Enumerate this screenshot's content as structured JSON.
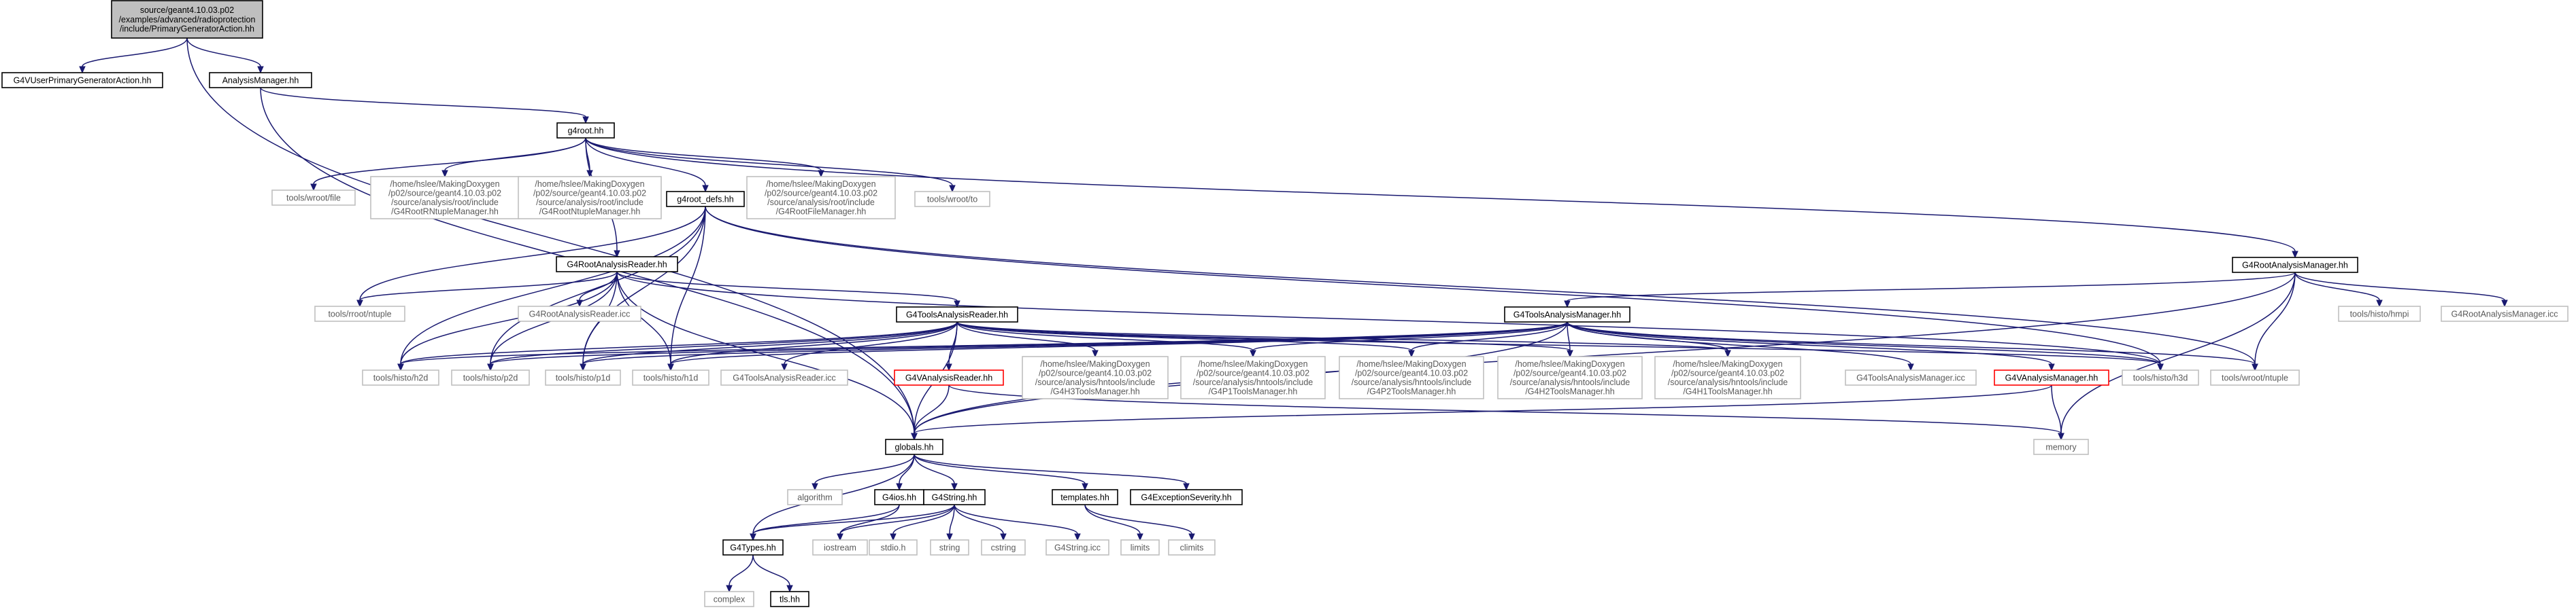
{
  "graph": {
    "nodes": [
      {
        "id": "root",
        "lines": [
          "source/geant4.10.03.p02",
          "/examples/advanced/radioprotection",
          "/include/PrimaryGeneratorAction.hh"
        ],
        "style": "root"
      },
      {
        "id": "g4vuser",
        "lines": [
          "G4VUserPrimaryGeneratorAction.hh"
        ],
        "style": "black"
      },
      {
        "id": "analysismanager",
        "lines": [
          "AnalysisManager.hh"
        ],
        "style": "black"
      },
      {
        "id": "g4root",
        "lines": [
          "g4root.hh"
        ],
        "style": "black"
      },
      {
        "id": "wroot_file",
        "lines": [
          "tools/wroot/file"
        ],
        "style": "gray"
      },
      {
        "id": "g4rootrntuple",
        "lines": [
          "/home/hslee/MakingDoxygen",
          "/p02/source/geant4.10.03.p02",
          "/source/analysis/root/include",
          "/G4RootRNtupleManager.hh"
        ],
        "style": "gray"
      },
      {
        "id": "g4rootntuple",
        "lines": [
          "/home/hslee/MakingDoxygen",
          "/p02/source/geant4.10.03.p02",
          "/source/analysis/root/include",
          "/G4RootNtupleManager.hh"
        ],
        "style": "gray"
      },
      {
        "id": "g4root_defs",
        "lines": [
          "g4root_defs.hh"
        ],
        "style": "black"
      },
      {
        "id": "g4rootfile",
        "lines": [
          "/home/hslee/MakingDoxygen",
          "/p02/source/geant4.10.03.p02",
          "/source/analysis/root/include",
          "/G4RootFileManager.hh"
        ],
        "style": "gray"
      },
      {
        "id": "wroot_to",
        "lines": [
          "tools/wroot/to"
        ],
        "style": "gray"
      },
      {
        "id": "g4rootanalysisreader",
        "lines": [
          "G4RootAnalysisReader.hh"
        ],
        "style": "black"
      },
      {
        "id": "g4rootanalysismanager",
        "lines": [
          "G4RootAnalysisManager.hh"
        ],
        "style": "black"
      },
      {
        "id": "rroot_ntuple",
        "lines": [
          "tools/rroot/ntuple"
        ],
        "style": "gray"
      },
      {
        "id": "g4rootanalysisreader_icc",
        "lines": [
          "G4RootAnalysisReader.icc"
        ],
        "style": "gray"
      },
      {
        "id": "g4toolsanalysisreader",
        "lines": [
          "G4ToolsAnalysisReader.hh"
        ],
        "style": "black"
      },
      {
        "id": "g4toolsanalysismanager",
        "lines": [
          "G4ToolsAnalysisManager.hh"
        ],
        "style": "black"
      },
      {
        "id": "histo_hmpi",
        "lines": [
          "tools/histo/hmpi"
        ],
        "style": "gray"
      },
      {
        "id": "g4rootanalysismanager_icc",
        "lines": [
          "G4RootAnalysisManager.icc"
        ],
        "style": "gray"
      },
      {
        "id": "h2d",
        "lines": [
          "tools/histo/h2d"
        ],
        "style": "gray"
      },
      {
        "id": "p2d",
        "lines": [
          "tools/histo/p2d"
        ],
        "style": "gray"
      },
      {
        "id": "p1d",
        "lines": [
          "tools/histo/p1d"
        ],
        "style": "gray"
      },
      {
        "id": "h1d",
        "lines": [
          "tools/histo/h1d"
        ],
        "style": "gray"
      },
      {
        "id": "g4toolsanalysisreader_icc",
        "lines": [
          "G4ToolsAnalysisReader.icc"
        ],
        "style": "gray"
      },
      {
        "id": "g4vanalysisreader",
        "lines": [
          "G4VAnalysisReader.hh"
        ],
        "style": "red"
      },
      {
        "id": "g4h3tools",
        "lines": [
          "/home/hslee/MakingDoxygen",
          "/p02/source/geant4.10.03.p02",
          "/source/analysis/hntools/include",
          "/G4H3ToolsManager.hh"
        ],
        "style": "gray"
      },
      {
        "id": "g4p1tools",
        "lines": [
          "/home/hslee/MakingDoxygen",
          "/p02/source/geant4.10.03.p02",
          "/source/analysis/hntools/include",
          "/G4P1ToolsManager.hh"
        ],
        "style": "gray"
      },
      {
        "id": "g4p2tools",
        "lines": [
          "/home/hslee/MakingDoxygen",
          "/p02/source/geant4.10.03.p02",
          "/source/analysis/hntools/include",
          "/G4P2ToolsManager.hh"
        ],
        "style": "gray"
      },
      {
        "id": "g4h2tools",
        "lines": [
          "/home/hslee/MakingDoxygen",
          "/p02/source/geant4.10.03.p02",
          "/source/analysis/hntools/include",
          "/G4H2ToolsManager.hh"
        ],
        "style": "gray"
      },
      {
        "id": "g4h1tools",
        "lines": [
          "/home/hslee/MakingDoxygen",
          "/p02/source/geant4.10.03.p02",
          "/source/analysis/hntools/include",
          "/G4H1ToolsManager.hh"
        ],
        "style": "gray"
      },
      {
        "id": "g4toolsanalysismanager_icc",
        "lines": [
          "G4ToolsAnalysisManager.icc"
        ],
        "style": "gray"
      },
      {
        "id": "g4vanalysismanager",
        "lines": [
          "G4VAnalysisManager.hh"
        ],
        "style": "red"
      },
      {
        "id": "h3d",
        "lines": [
          "tools/histo/h3d"
        ],
        "style": "gray"
      },
      {
        "id": "wroot_ntuple",
        "lines": [
          "tools/wroot/ntuple"
        ],
        "style": "gray"
      },
      {
        "id": "globals",
        "lines": [
          "globals.hh"
        ],
        "style": "black"
      },
      {
        "id": "memory",
        "lines": [
          "memory"
        ],
        "style": "gray"
      },
      {
        "id": "algorithm",
        "lines": [
          "algorithm"
        ],
        "style": "gray"
      },
      {
        "id": "g4ios",
        "lines": [
          "G4ios.hh"
        ],
        "style": "black"
      },
      {
        "id": "g4string",
        "lines": [
          "G4String.hh"
        ],
        "style": "black"
      },
      {
        "id": "templates",
        "lines": [
          "templates.hh"
        ],
        "style": "black"
      },
      {
        "id": "g4exception",
        "lines": [
          "G4ExceptionSeverity.hh"
        ],
        "style": "black"
      },
      {
        "id": "g4types",
        "lines": [
          "G4Types.hh"
        ],
        "style": "black"
      },
      {
        "id": "iostream",
        "lines": [
          "iostream"
        ],
        "style": "gray"
      },
      {
        "id": "stdio",
        "lines": [
          "stdio.h"
        ],
        "style": "gray"
      },
      {
        "id": "string",
        "lines": [
          "string"
        ],
        "style": "gray"
      },
      {
        "id": "cstring",
        "lines": [
          "cstring"
        ],
        "style": "gray"
      },
      {
        "id": "g4string_icc",
        "lines": [
          "G4String.icc"
        ],
        "style": "gray"
      },
      {
        "id": "limits",
        "lines": [
          "limits"
        ],
        "style": "gray"
      },
      {
        "id": "climits",
        "lines": [
          "climits"
        ],
        "style": "gray"
      },
      {
        "id": "complex",
        "lines": [
          "complex"
        ],
        "style": "gray"
      },
      {
        "id": "tls",
        "lines": [
          "tls.hh"
        ],
        "style": "black"
      }
    ],
    "edges": [
      [
        "root",
        "g4vuser"
      ],
      [
        "root",
        "analysismanager"
      ],
      [
        "root",
        "globals"
      ],
      [
        "analysismanager",
        "g4root"
      ],
      [
        "analysismanager",
        "globals"
      ],
      [
        "g4root",
        "wroot_file"
      ],
      [
        "g4root",
        "g4rootrntuple"
      ],
      [
        "g4root",
        "g4rootntuple"
      ],
      [
        "g4root",
        "g4root_defs"
      ],
      [
        "g4root",
        "g4rootfile"
      ],
      [
        "g4root",
        "wroot_to"
      ],
      [
        "g4root",
        "g4rootanalysisreader"
      ],
      [
        "g4root",
        "g4rootanalysismanager"
      ],
      [
        "g4root_defs",
        "rroot_ntuple"
      ],
      [
        "g4root_defs",
        "h2d"
      ],
      [
        "g4root_defs",
        "p2d"
      ],
      [
        "g4root_defs",
        "p1d"
      ],
      [
        "g4root_defs",
        "h1d"
      ],
      [
        "g4root_defs",
        "h3d"
      ],
      [
        "g4root_defs",
        "wroot_ntuple"
      ],
      [
        "g4rootanalysisreader",
        "rroot_ntuple"
      ],
      [
        "g4rootanalysisreader",
        "g4rootanalysisreader_icc"
      ],
      [
        "g4rootanalysisreader",
        "g4toolsanalysisreader"
      ],
      [
        "g4rootanalysisreader",
        "h2d"
      ],
      [
        "g4rootanalysisreader",
        "p2d"
      ],
      [
        "g4rootanalysisreader",
        "p1d"
      ],
      [
        "g4rootanalysisreader",
        "h1d"
      ],
      [
        "g4rootanalysisreader",
        "h3d"
      ],
      [
        "g4rootanalysisreader",
        "globals"
      ],
      [
        "g4rootanalysismanager",
        "g4toolsanalysismanager"
      ],
      [
        "g4rootanalysismanager",
        "histo_hmpi"
      ],
      [
        "g4rootanalysismanager",
        "g4rootanalysismanager_icc"
      ],
      [
        "g4rootanalysismanager",
        "wroot_ntuple"
      ],
      [
        "g4rootanalysismanager",
        "globals"
      ],
      [
        "g4rootanalysismanager",
        "memory"
      ],
      [
        "g4toolsanalysisreader",
        "h2d"
      ],
      [
        "g4toolsanalysisreader",
        "p2d"
      ],
      [
        "g4toolsanalysisreader",
        "p1d"
      ],
      [
        "g4toolsanalysisreader",
        "h1d"
      ],
      [
        "g4toolsanalysisreader",
        "g4toolsanalysisreader_icc"
      ],
      [
        "g4toolsanalysisreader",
        "g4vanalysisreader"
      ],
      [
        "g4toolsanalysisreader",
        "g4h3tools"
      ],
      [
        "g4toolsanalysisreader",
        "g4p1tools"
      ],
      [
        "g4toolsanalysisreader",
        "g4p2tools"
      ],
      [
        "g4toolsanalysisreader",
        "g4h2tools"
      ],
      [
        "g4toolsanalysisreader",
        "g4h1tools"
      ],
      [
        "g4toolsanalysisreader",
        "h3d"
      ],
      [
        "g4toolsanalysisreader",
        "globals"
      ],
      [
        "g4toolsanalysismanager",
        "h2d"
      ],
      [
        "g4toolsanalysismanager",
        "p2d"
      ],
      [
        "g4toolsanalysismanager",
        "p1d"
      ],
      [
        "g4toolsanalysismanager",
        "h1d"
      ],
      [
        "g4toolsanalysismanager",
        "g4p1tools"
      ],
      [
        "g4toolsanalysismanager",
        "g4p2tools"
      ],
      [
        "g4toolsanalysismanager",
        "g4h2tools"
      ],
      [
        "g4toolsanalysismanager",
        "g4h1tools"
      ],
      [
        "g4toolsanalysismanager",
        "g4toolsanalysismanager_icc"
      ],
      [
        "g4toolsanalysismanager",
        "g4vanalysismanager"
      ],
      [
        "g4toolsanalysismanager",
        "h3d"
      ],
      [
        "g4toolsanalysismanager",
        "wroot_ntuple"
      ],
      [
        "g4toolsanalysismanager",
        "globals"
      ],
      [
        "g4vanalysisreader",
        "globals"
      ],
      [
        "g4vanalysisreader",
        "memory"
      ],
      [
        "g4vanalysismanager",
        "globals"
      ],
      [
        "g4vanalysismanager",
        "memory"
      ],
      [
        "globals",
        "algorithm"
      ],
      [
        "globals",
        "g4ios"
      ],
      [
        "globals",
        "g4string"
      ],
      [
        "globals",
        "templates"
      ],
      [
        "globals",
        "g4exception"
      ],
      [
        "globals",
        "g4types"
      ],
      [
        "g4ios",
        "g4types"
      ],
      [
        "g4ios",
        "iostream"
      ],
      [
        "g4string",
        "g4types"
      ],
      [
        "g4string",
        "iostream"
      ],
      [
        "g4string",
        "stdio"
      ],
      [
        "g4string",
        "string"
      ],
      [
        "g4string",
        "cstring"
      ],
      [
        "g4string",
        "g4string_icc"
      ],
      [
        "templates",
        "limits"
      ],
      [
        "templates",
        "climits"
      ],
      [
        "g4types",
        "complex"
      ],
      [
        "g4types",
        "tls"
      ]
    ]
  },
  "colors": {
    "edge": "#191970",
    "black_border": "#000000",
    "gray_border": "#bfbfbf",
    "red_border": "#ff0000",
    "root_fill": "#bfbfbf",
    "node_fill": "#ffffff"
  }
}
